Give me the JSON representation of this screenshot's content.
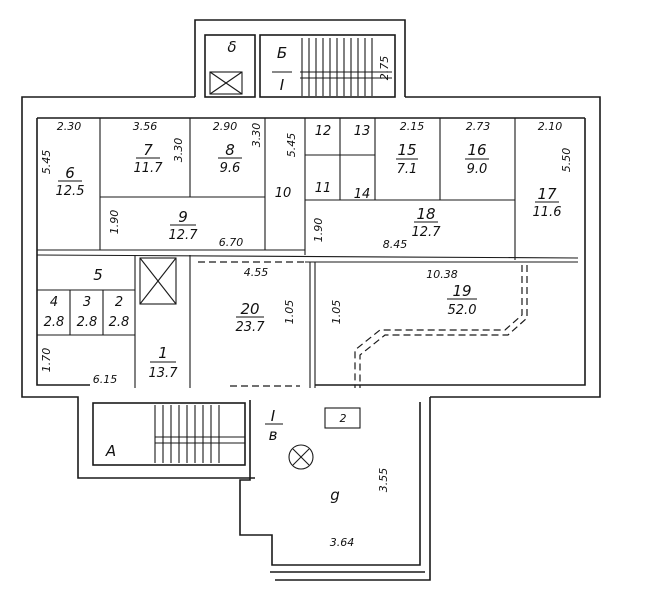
{
  "rooms": [
    {
      "id": "1",
      "area": "13.7"
    },
    {
      "id": "2",
      "area": "2.8"
    },
    {
      "id": "3",
      "area": "2.8"
    },
    {
      "id": "4",
      "area": "2.8"
    },
    {
      "id": "5"
    },
    {
      "id": "6",
      "area": "12.5"
    },
    {
      "id": "7",
      "area": "11.7"
    },
    {
      "id": "8",
      "area": "9.6"
    },
    {
      "id": "9",
      "area": "12.7"
    },
    {
      "id": "10"
    },
    {
      "id": "11"
    },
    {
      "id": "12"
    },
    {
      "id": "13"
    },
    {
      "id": "14"
    },
    {
      "id": "15",
      "area": "7.1"
    },
    {
      "id": "16",
      "area": "9.0"
    },
    {
      "id": "17",
      "area": "11.6"
    },
    {
      "id": "18",
      "area": "12.7"
    },
    {
      "id": "19",
      "area": "52.0"
    },
    {
      "id": "20",
      "area": "23.7"
    }
  ],
  "stairs": {
    "top_label": "Б",
    "top_sub": "I",
    "top_shaft": "δ",
    "bottom_label": "А",
    "bottom_vestibule": "в",
    "bottom_sub": "I",
    "bottom_hall": "g",
    "bottom_small": "2"
  },
  "dimensions": {
    "d230": "2.30",
    "d356": "3.56",
    "d290": "2.90",
    "d330a": "3.30",
    "d330b": "3.30",
    "d545a": "5.45",
    "d545b": "5.45",
    "d215": "2.15",
    "d273": "2.73",
    "d210": "2.10",
    "d550": "5.50",
    "d190a": "1.90",
    "d190b": "1.90",
    "d670": "6.70",
    "d845": "8.45",
    "d1038": "10.38",
    "d455": "4.55",
    "d105a": "1.05",
    "d105b": "1.05",
    "d170": "1.70",
    "d615": "6.15",
    "d275": "2.75",
    "d355": "3.55",
    "d364": "3.64"
  },
  "colors": {
    "line": "#1a1a1a",
    "paper": "#ffffff"
  }
}
